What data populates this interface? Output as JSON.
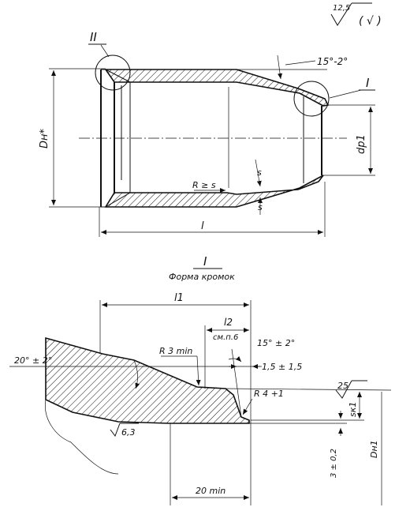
{
  "roughness": {
    "general": "12,5",
    "other": "( √ )"
  },
  "top_view": {
    "callout_ii": "II",
    "callout_i": "I",
    "angle_label": "15°-2°",
    "dim_dh": "Dн*",
    "dim_dp1": "dp1",
    "radius_label": "R ≥ s",
    "wall_mark": "s",
    "length_label": "l"
  },
  "detail": {
    "title": "I",
    "subtitle": "Форма кромок",
    "dim_l1": "l1",
    "dim_l2": "l2",
    "note_ref": "см.п.6",
    "angle_left": "20° ± 2°",
    "radius_min": "R 3 min",
    "angle_right": "15° ± 2°",
    "land": "1,5 ± 1,5",
    "radius_edge": "R 4 +1",
    "roughness_25": "25",
    "dim_sk1": "sк1",
    "dim_dh1": "Dн1",
    "roughness_63": "6,3",
    "tol_3": "3 ± 0,2",
    "min_20": "20 min"
  }
}
